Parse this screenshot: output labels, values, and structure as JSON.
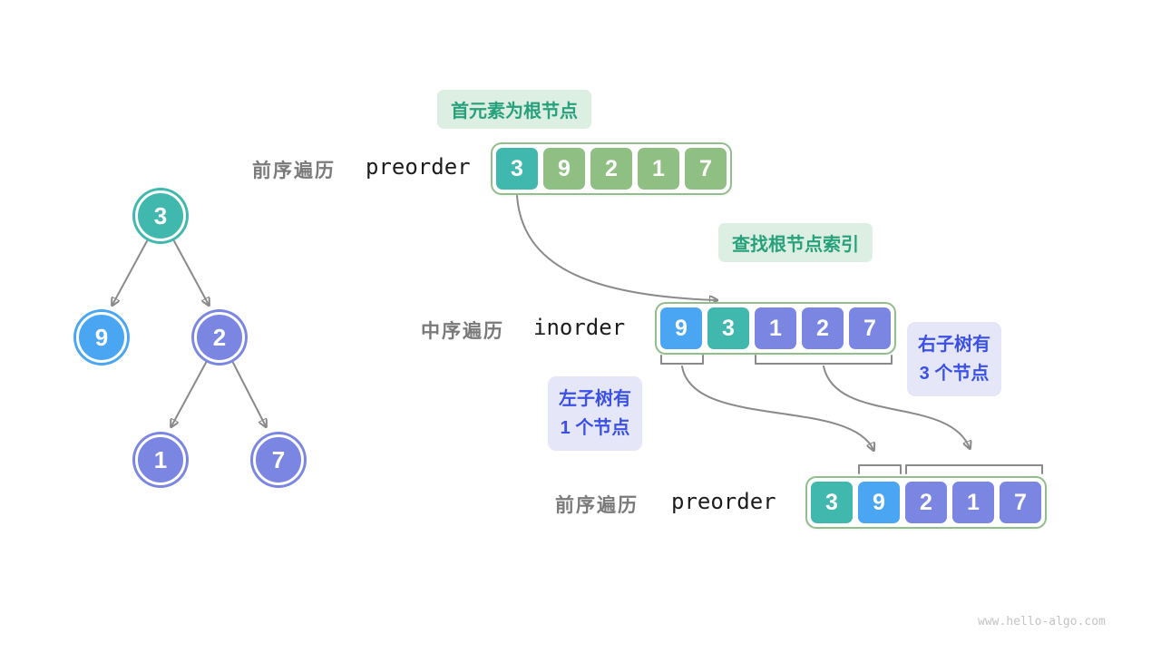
{
  "colors": {
    "teal": "#41b8ae",
    "green": "#8fbf82",
    "blue": "#4aa6f2",
    "purple": "#7b86e2",
    "arrow": "#8a8a8a",
    "array_border": "#92bd8c",
    "label_gray": "#7a7a7a",
    "green_badge_bg": "#ddeee3",
    "green_badge_text": "#27a17c",
    "blue_badge_bg": "#e5e7f8",
    "blue_badge_text": "#3a50e8"
  },
  "tree": {
    "nodes": [
      {
        "value": 3,
        "color": "teal"
      },
      {
        "value": 9,
        "color": "blue"
      },
      {
        "value": 2,
        "color": "purple"
      },
      {
        "value": 1,
        "color": "purple"
      },
      {
        "value": 7,
        "color": "purple"
      }
    ]
  },
  "rows": {
    "top": {
      "label": "前序遍历",
      "code": "preorder"
    },
    "mid": {
      "label": "中序遍历",
      "code": "inorder"
    },
    "bottom": {
      "label": "前序遍历",
      "code": "preorder"
    }
  },
  "arrays": {
    "preorder_top": {
      "values": [
        3,
        9,
        2,
        1,
        7
      ],
      "cell_colors": [
        "teal",
        "green",
        "green",
        "green",
        "green"
      ]
    },
    "inorder": {
      "values": [
        9,
        3,
        1,
        2,
        7
      ],
      "cell_colors": [
        "blue",
        "teal",
        "purple",
        "purple",
        "purple"
      ]
    },
    "preorder_bottom": {
      "values": [
        3,
        9,
        2,
        1,
        7
      ],
      "cell_colors": [
        "teal",
        "blue",
        "purple",
        "purple",
        "purple"
      ]
    }
  },
  "badges": {
    "root_element": "首元素为根节点",
    "find_root": "查找根节点索引",
    "left_subtree": {
      "line1": "左子树有",
      "line2": "1 个节点"
    },
    "right_subtree": {
      "line1": "右子树有",
      "line2": "3 个节点"
    }
  },
  "watermark": "www.hello-algo.com"
}
